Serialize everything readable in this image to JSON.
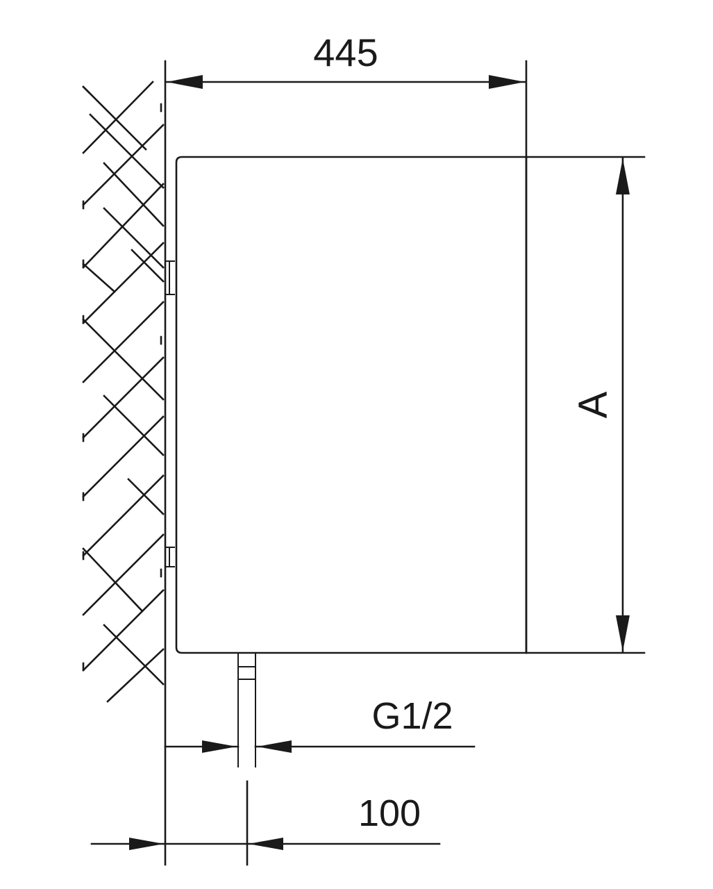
{
  "dimensions": {
    "width_label": "445",
    "height_label": "A",
    "connection_label": "G1/2",
    "offset_label": "100"
  },
  "colors": {
    "line": "#1a1a1a",
    "background": "#ffffff"
  }
}
